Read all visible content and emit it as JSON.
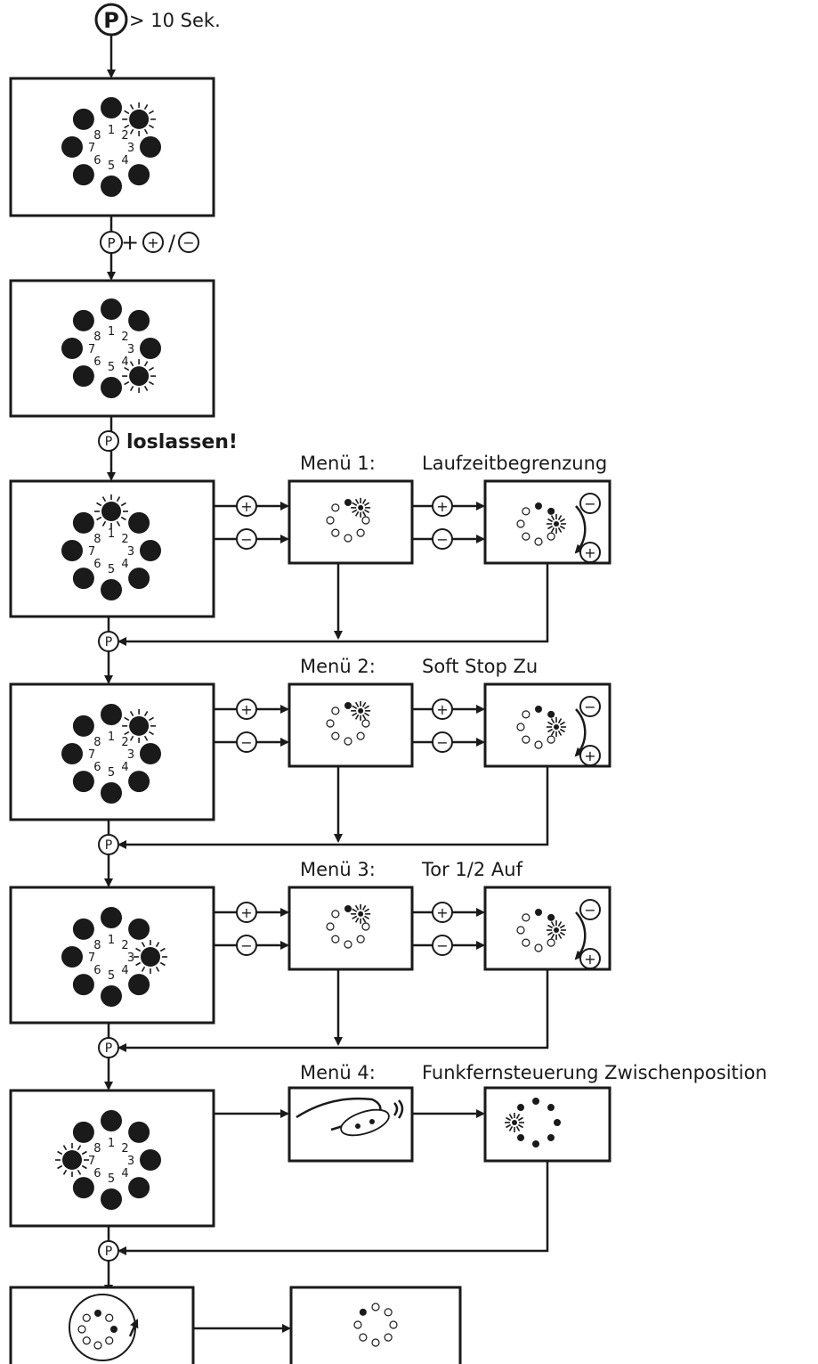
{
  "start": {
    "key_icon": "p-button-icon",
    "duration": "> 10 Sek."
  },
  "combo": {
    "keys": [
      "p-button-icon",
      "plus-button-icon",
      "minus-button-icon"
    ],
    "separator": "+",
    "slash": "/"
  },
  "release": {
    "key_icon": "p-button-icon",
    "text": "loslassen!"
  },
  "led_numbers": [
    "1",
    "2",
    "3",
    "4",
    "5",
    "6",
    "7",
    "8"
  ],
  "symbols": {
    "plus": "+",
    "minus": "−",
    "p": "P"
  },
  "menus": [
    {
      "number": "Menü 1:",
      "title": "Laufzeitbegrenzung",
      "active_led": 1
    },
    {
      "number": "Menü 2:",
      "title": "Soft Stop Zu",
      "active_led": 2
    },
    {
      "number": "Menü 3:",
      "title": "Tor 1/2 Auf",
      "active_led": 3
    },
    {
      "number": "Menü 4:",
      "title": "Funkfernsteuerung Zwischenposition",
      "active_led": 7
    }
  ],
  "icons": [
    "p-button-icon",
    "plus-button-icon",
    "minus-button-icon",
    "led-blink-icon",
    "remote-control-hand-icon",
    "rotate-arrow-icon"
  ],
  "colors": {
    "ink": "#1a1a1a",
    "background": "#ffffff"
  }
}
